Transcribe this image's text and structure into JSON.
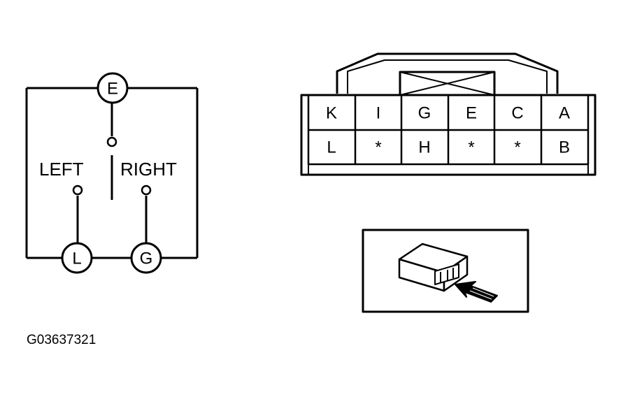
{
  "switch_diagram": {
    "terminals": {
      "top": "E",
      "bottom_left": "L",
      "bottom_right": "G"
    },
    "left_label": "LEFT",
    "right_label": "RIGHT"
  },
  "connector": {
    "top_row": [
      "K",
      "I",
      "G",
      "E",
      "C",
      "A"
    ],
    "bottom_row": [
      "L",
      "*",
      "H",
      "*",
      "*",
      "B"
    ]
  },
  "figure_code": "G03637321"
}
